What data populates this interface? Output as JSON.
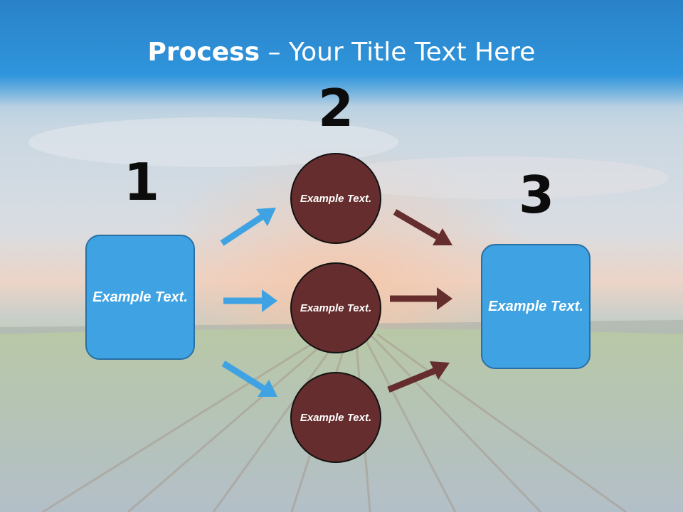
{
  "slide": {
    "title_bold": "Process",
    "title_rest": " – Your Title Text Here",
    "steps": [
      {
        "number": "1",
        "box_text": "Example Text."
      },
      {
        "number": "2",
        "circles": [
          "Example Text.",
          "Example Text.",
          "Example Text."
        ]
      },
      {
        "number": "3",
        "box_text": "Example Text."
      }
    ]
  },
  "colors": {
    "title_bar": "#2f95dc",
    "box_fill": "#3fa3e3",
    "circle_fill": "#652d2d",
    "blue_arrow": "#3fa3e3",
    "brown_arrow": "#652d2d"
  }
}
